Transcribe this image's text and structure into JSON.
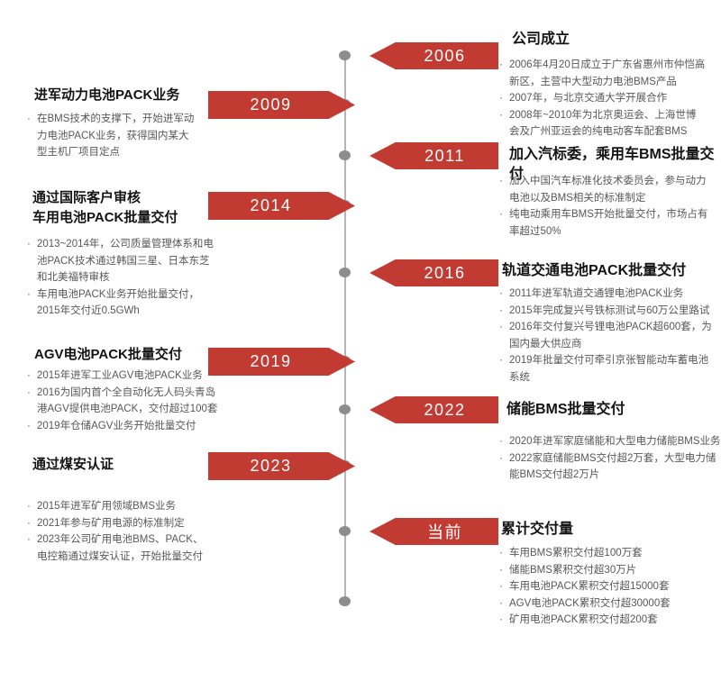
{
  "colors": {
    "accent": "#c23b32",
    "line": "#b5b5b5",
    "dot": "#8d8d8d",
    "title": "#141414",
    "body": "#595757",
    "flag-text": "#ffffff",
    "bg": "#ffffff"
  },
  "events": [
    {
      "year": "2006",
      "side": "right",
      "title": "公司成立",
      "bullets": [
        "2006年4月20日成立于广东省惠州市仲恺高新区，主营中大型动力电池BMS产品",
        "2007年，与北京交通大学开展合作",
        "2008年~2010年为北京奥运会、上海世博会及广州亚运会的纯电动客车配套BMS"
      ]
    },
    {
      "year": "2009",
      "side": "left",
      "title": "进军动力电池PACK业务",
      "bullets": [
        "在BMS技术的支撑下，开始进军动力电池PACK业务，获得国内某大型主机厂项目定点"
      ]
    },
    {
      "year": "2011",
      "side": "right",
      "title": "加入汽标委，乘用车BMS批量交付",
      "bullets": [
        "加入中国汽车标准化技术委员会，参与动力电池以及BMS相关的标准制定",
        "纯电动乘用车BMS开始批量交付，市场占有率超过50%"
      ]
    },
    {
      "year": "2014",
      "side": "left",
      "title": "通过国际客户审核\n车用电池PACK批量交付",
      "bullets": [
        "2013~2014年，公司质量管理体系和电池PACK技术通过韩国三星、日本东芝和北美福特审核",
        "车用电池PACK业务开始批量交付，2015年交付近0.5GWh"
      ]
    },
    {
      "year": "2016",
      "side": "right",
      "title": "轨道交通电池PACK批量交付",
      "bullets": [
        "2011年进军轨道交通锂电池PACK业务",
        "2015年完成复兴号铁标测试与60万公里路试",
        "2016年交付复兴号锂电池PACK超600套，为国内最大供应商",
        "2019年批量交付可牵引京张智能动车蓄电池系统"
      ]
    },
    {
      "year": "2019",
      "side": "left",
      "title": "AGV电池PACK批量交付",
      "bullets": [
        "2015年进军工业AGV电池PACK业务",
        "2016为国内首个全自动化无人码头青岛港AGV提供电池PACK，交付超过100套",
        "2019年仓储AGV业务开始批量交付"
      ]
    },
    {
      "year": "2022",
      "side": "right",
      "title": "储能BMS批量交付",
      "bullets": [
        "2020年进军家庭储能和大型电力储能BMS业务",
        "2022家庭储能BMS交付超2万套，大型电力储能BMS交付超2万片"
      ]
    },
    {
      "year": "2023",
      "side": "left",
      "title": "通过煤安认证",
      "bullets": [
        "2015年进军矿用领域BMS业务",
        "2021年参与矿用电源的标准制定",
        "2023年公司矿用电池BMS、PACK、电控箱通过煤安认证，开始批量交付"
      ]
    },
    {
      "year": "当前",
      "side": "right",
      "title": "累计交付量",
      "bullets": [
        "车用BMS累积交付超100万套",
        "储能BMS累积交付超30万片",
        "车用电池PACK累积交付超15000套",
        "AGV电池PACK累积交付超30000套",
        "矿用电池PACK累积交付超200套"
      ]
    }
  ]
}
